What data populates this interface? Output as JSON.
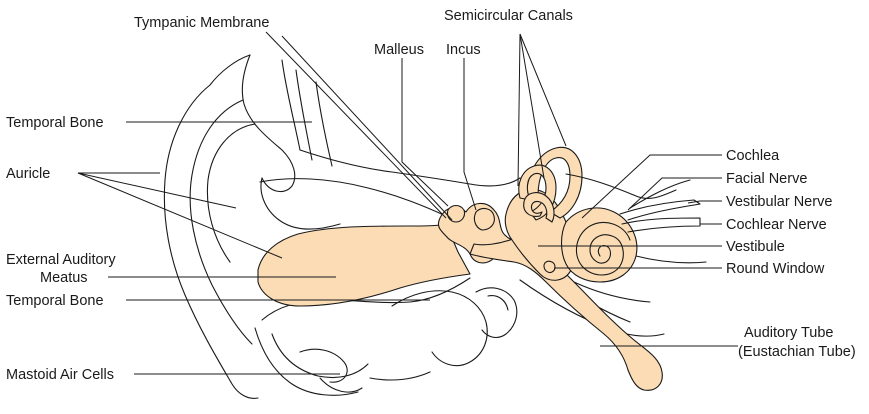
{
  "labels": {
    "tympanic_membrane": "Tympanic Membrane",
    "semicircular_canals": "Semicircular Canals",
    "malleus": "Malleus",
    "incus": "Incus",
    "temporal_bone_top": "Temporal Bone",
    "auricle": "Auricle",
    "external_auditory_meatus_line1": "External Auditory",
    "external_auditory_meatus_line2": "Meatus",
    "temporal_bone_bottom": "Temporal Bone",
    "mastoid_air_cells": "Mastoid Air Cells",
    "cochlea": "Cochlea",
    "facial_nerve": "Facial Nerve",
    "vestibular_nerve": "Vestibular Nerve",
    "cochlear_nerve": "Cochlear Nerve",
    "vestibule": "Vestibule",
    "round_window": "Round Window",
    "auditory_tube_line1": "Auditory Tube",
    "auditory_tube_line2": "(Eustachian Tube)"
  },
  "colors": {
    "structure_fill": "#fbdcb5",
    "outline": "#1a1a1a",
    "background": "#ffffff"
  }
}
